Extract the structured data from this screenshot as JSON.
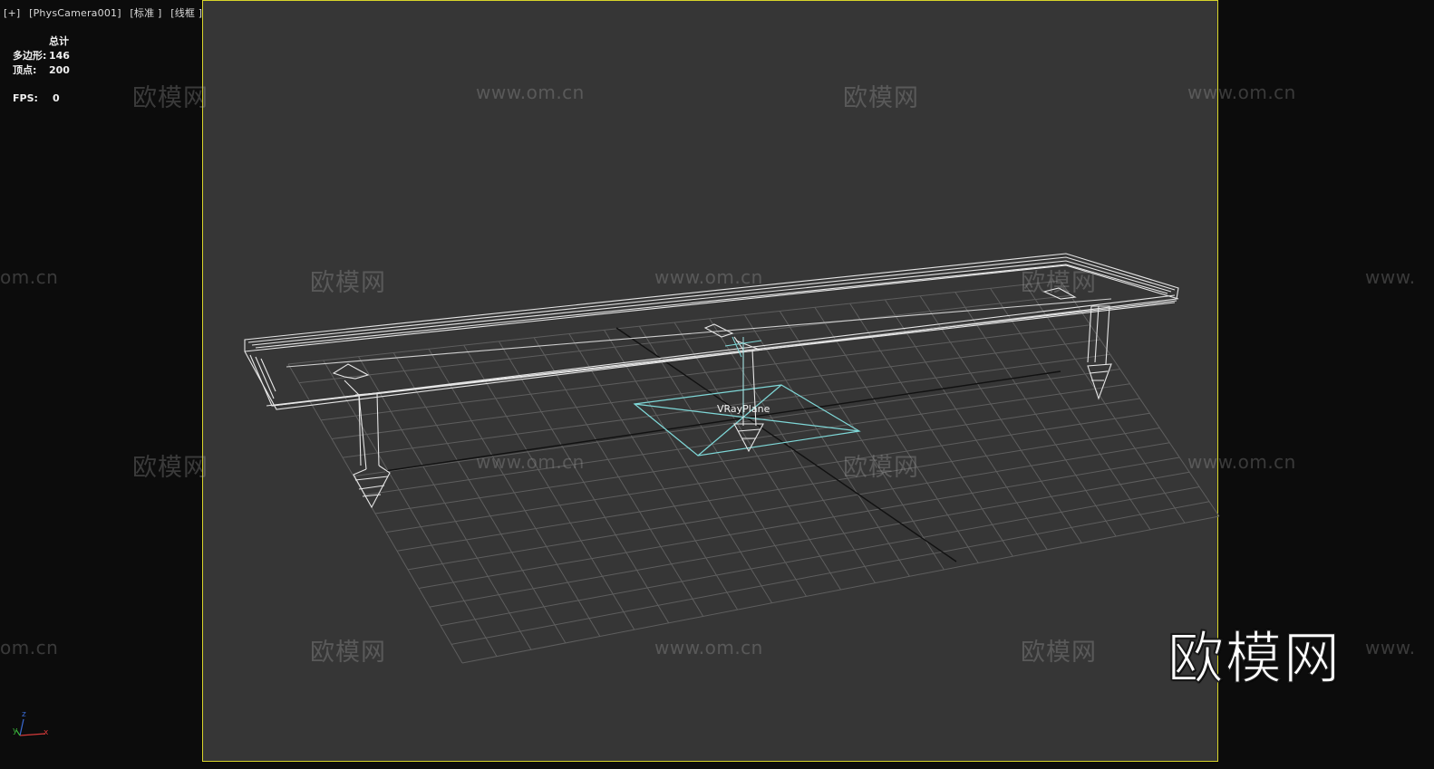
{
  "viewport": {
    "label_parts": [
      "[+]",
      "[PhysCamera001]",
      "[标准 ]",
      "[线框 ]"
    ],
    "border_color": "#d8d52a",
    "background_color": "#363636"
  },
  "stats": {
    "header": "总计",
    "polygons_label": "多边形:",
    "polygons_value": "146",
    "vertices_label": "顶点:",
    "vertices_value": "200",
    "fps_label": "FPS:",
    "fps_value": "0"
  },
  "scene": {
    "object_label": "VRayPlane",
    "wire_color": "#ffffff",
    "selected_color": "#7fd8d8",
    "grid_color": "#6a6a6a"
  },
  "watermarks": {
    "logo_text": "欧模网",
    "url_text": "www.om.cn",
    "url_fragment_left": "om.cn",
    "url_fragment_right": "www."
  },
  "axis_gizmo": {
    "x": "x",
    "y": "y",
    "z": "z"
  }
}
